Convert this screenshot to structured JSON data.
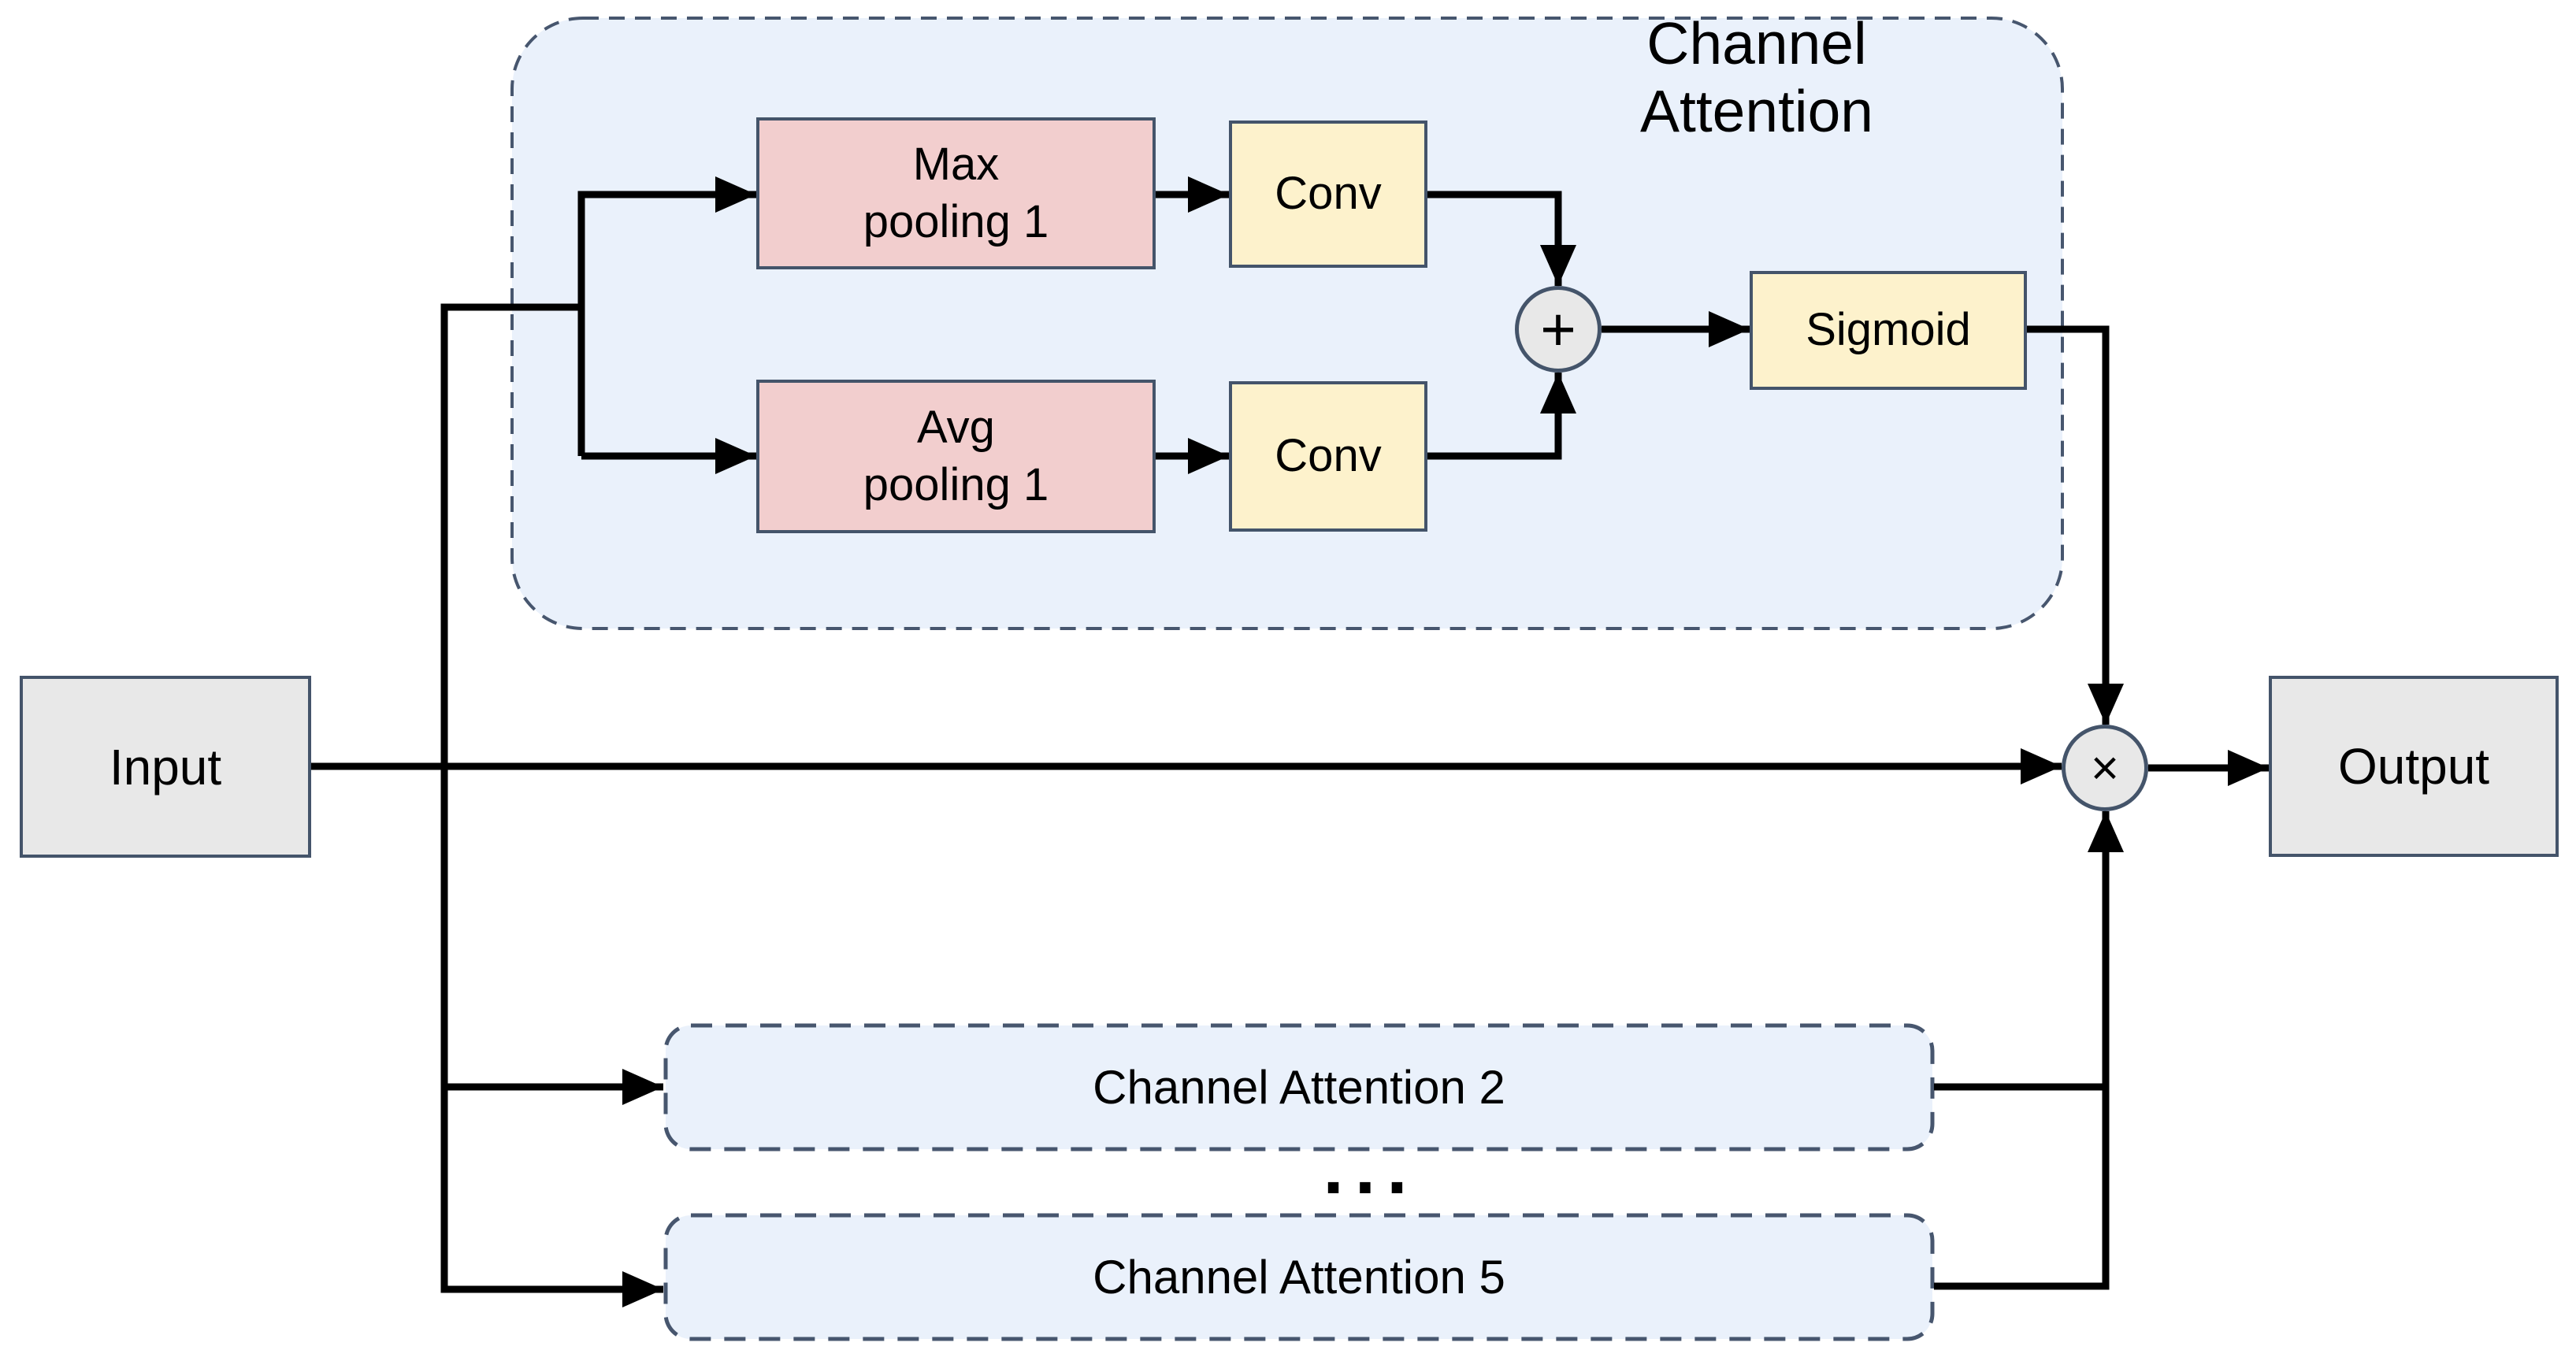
{
  "diagram": {
    "title": "Channel Attention",
    "input_label": "Input",
    "output_label": "Output",
    "max_pooling_label": "Max\npooling 1",
    "avg_pooling_label": "Avg\npooling 1",
    "conv_top_label": "Conv",
    "conv_bottom_label": "Conv",
    "sigmoid_label": "Sigmoid",
    "add_symbol": "+",
    "multiply_symbol": "×",
    "channel_attention_2_label": "Channel Attention 2",
    "ellipsis": "...",
    "channel_attention_5_label": "Channel Attention 5",
    "colors": {
      "pooling_fill": "#F2CECE",
      "conv_fill": "#FDF2CC",
      "io_fill": "#E8E8E8",
      "attention_fill": "#EAF1FB",
      "box_border": "#44546A",
      "line": "#000000"
    }
  }
}
